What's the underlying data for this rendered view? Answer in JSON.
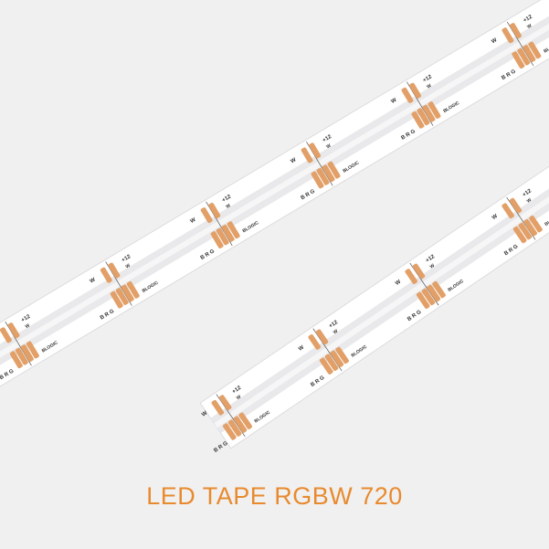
{
  "caption": "LED TAPE RGBW 720",
  "colors": {
    "background": "#f0f0f1",
    "tape": "#ffffff",
    "tape_edge": "#dcdcde",
    "diffuser": "#e9e9eb",
    "copper_pad": "#e2a068",
    "marking_text": "#333333",
    "caption_text": "#e88a2e"
  },
  "segment_marks": {
    "rgb_label": "B R G",
    "white_label": "W",
    "voltage_label": "+12",
    "voltage_sub": "W",
    "cut_label": "BLOGIC"
  }
}
